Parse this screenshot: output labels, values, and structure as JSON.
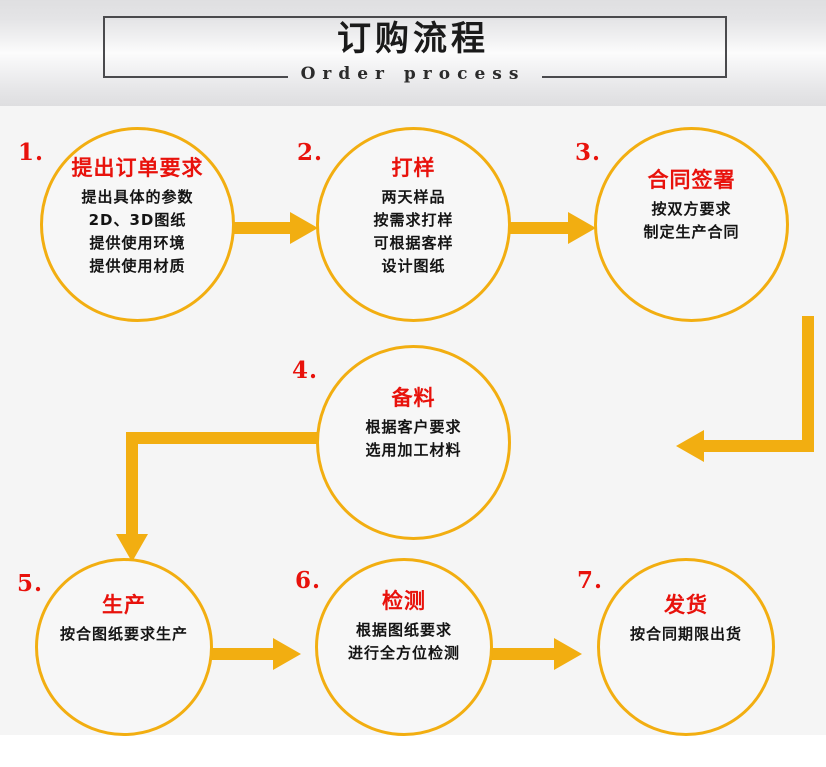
{
  "header": {
    "title": "订购流程",
    "subtitle": "Order process"
  },
  "colors": {
    "accent_orange": "#F2AE11",
    "title_red": "#E8120C",
    "text_black": "#141414",
    "frame_gray": "#4A4A4D",
    "page_background": "#F5F5F5"
  },
  "steps": [
    {
      "number": "1.",
      "title": "提出订单要求",
      "lines": [
        "提出具体的参数",
        "2D、3D图纸",
        "提供使用环境",
        "提供使用材质"
      ]
    },
    {
      "number": "2.",
      "title": "打样",
      "lines": [
        "两天样品",
        "按需求打样",
        "可根据客样",
        "设计图纸"
      ]
    },
    {
      "number": "3.",
      "title": "合同签署",
      "lines": [
        "按双方要求",
        "制定生产合同"
      ]
    },
    {
      "number": "4.",
      "title": "备料",
      "lines": [
        "根据客户要求",
        "选用加工材料"
      ]
    },
    {
      "number": "5.",
      "title": "生产",
      "lines": [
        "按合图纸要求生产"
      ]
    },
    {
      "number": "6.",
      "title": "检测",
      "lines": [
        "根据图纸要求",
        "进行全方位检测"
      ]
    },
    {
      "number": "7.",
      "title": "发货",
      "lines": [
        "按合同期限出货"
      ]
    }
  ],
  "arrows": [
    {
      "name": "arrow-step1-to-step2",
      "from": "1",
      "to": "2",
      "direction": "right"
    },
    {
      "name": "arrow-step2-to-step3",
      "from": "2",
      "to": "3",
      "direction": "right"
    },
    {
      "name": "arrow-step3-to-step4",
      "from": "3",
      "to": "4",
      "direction": "down-then-left"
    },
    {
      "name": "arrow-step4-to-step5",
      "from": "4",
      "to": "5",
      "direction": "left-then-down"
    },
    {
      "name": "arrow-step5-to-step6",
      "from": "5",
      "to": "6",
      "direction": "right"
    },
    {
      "name": "arrow-step6-to-step7",
      "from": "6",
      "to": "7",
      "direction": "right"
    }
  ]
}
